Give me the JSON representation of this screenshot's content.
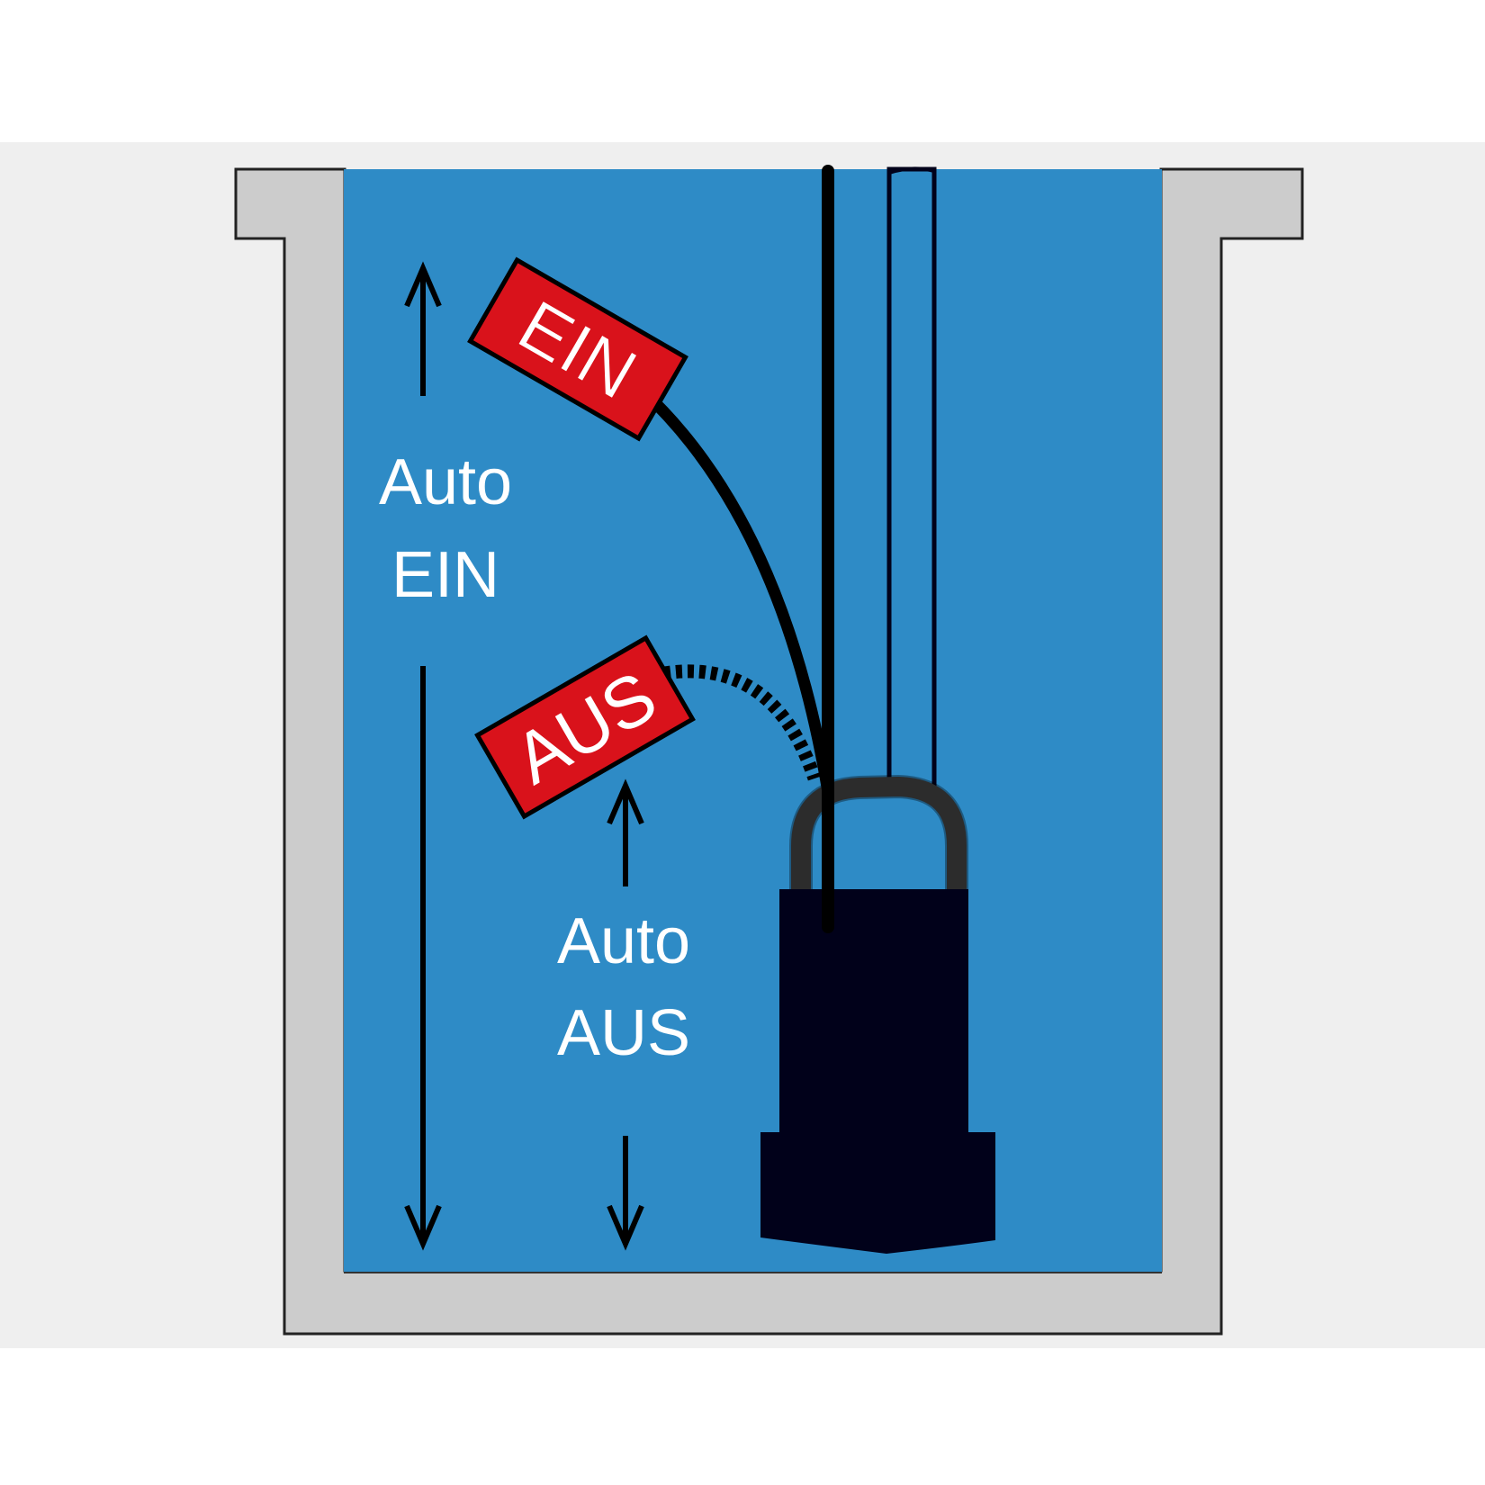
{
  "diagram": {
    "floats": {
      "upper": {
        "label": "EIN"
      },
      "lower": {
        "label": "AUS"
      }
    },
    "ranges": {
      "auto_on": {
        "line1": "Auto",
        "line2": "EIN"
      },
      "auto_off": {
        "line1": "Auto",
        "line2": "AUS"
      }
    }
  },
  "colors": {
    "page": "#ffffff",
    "panel": "#efefef",
    "wall": "#cccccc",
    "water": "#2e8bc6",
    "pump": "#01011a",
    "float_tag": "#d9121b",
    "cable": "#000000",
    "text": "#ffffff"
  }
}
